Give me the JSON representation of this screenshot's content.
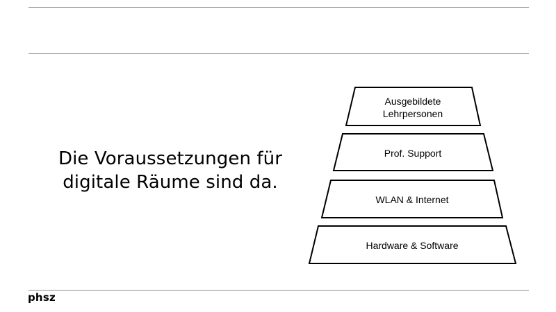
{
  "headline": {
    "line1": "Die Voraussetzungen für",
    "line2": "digitale Räume sind da."
  },
  "pyramid": {
    "levels": [
      {
        "lines": [
          "Ausgebildete",
          "Lehrpersonen"
        ]
      },
      {
        "lines": [
          "Prof. Support"
        ]
      },
      {
        "lines": [
          "WLAN & Internet"
        ]
      },
      {
        "lines": [
          "Hardware & Software"
        ]
      }
    ]
  },
  "footer": {
    "logo": "phsz"
  },
  "colors": {
    "rule": "#8c8c8c",
    "stroke": "#000000",
    "background": "#ffffff"
  }
}
